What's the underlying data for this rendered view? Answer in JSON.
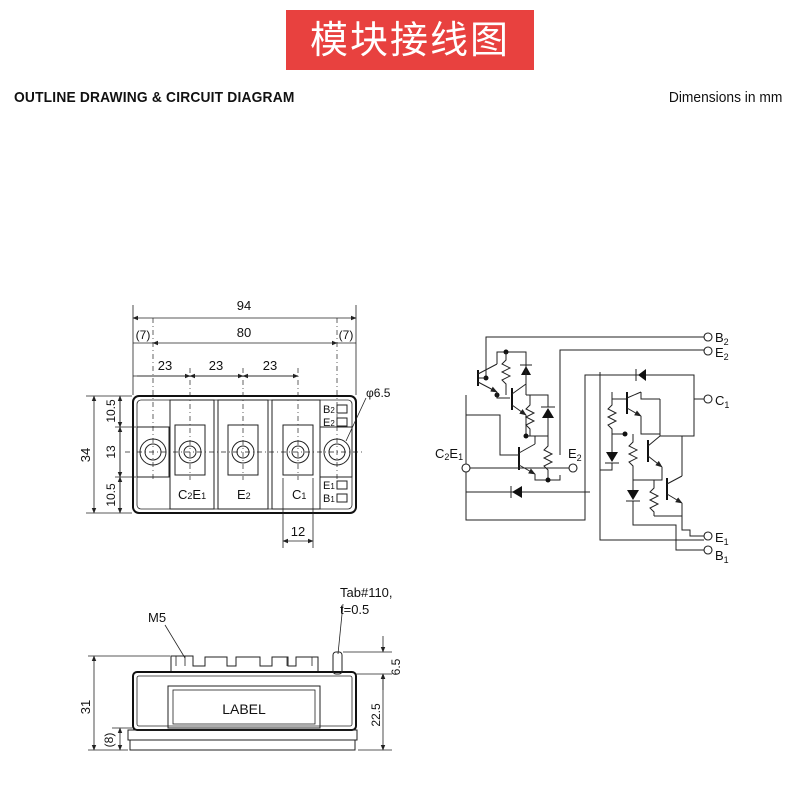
{
  "banner": {
    "text": "模块接线图",
    "color": "#e8413f"
  },
  "header": {
    "title": "OUTLINE DRAWING & CIRCUIT DIAGRAM",
    "units": "Dimensions in mm"
  },
  "outline_top": {
    "dims": {
      "overall_width": "94",
      "inner_width": "80",
      "left_offset": "(7)",
      "right_offset": "(7)",
      "spacing_1": "23",
      "spacing_2": "23",
      "spacing_3": "23",
      "height": "34",
      "h_top": "10.5",
      "h_mid": "13",
      "h_bottom": "10.5",
      "hole_dia": "φ6.5",
      "terminal_width": "12"
    },
    "terminals": {
      "c2e1": {
        "main": "C",
        "sub1": "2",
        "main2": "E",
        "sub2": "1"
      },
      "e2": {
        "main": "E",
        "sub": "2"
      },
      "c1": {
        "main": "C",
        "sub": "1"
      },
      "b2": {
        "main": "B",
        "sub": "2"
      },
      "e2_small": {
        "main": "E",
        "sub": "2"
      },
      "e1_small": {
        "main": "E",
        "sub": "1"
      },
      "b1_small": {
        "main": "B",
        "sub": "1"
      }
    }
  },
  "outline_side": {
    "screw": "M5",
    "tab_line1": "Tab#110,",
    "tab_line2": "t=0.5",
    "label": "LABEL",
    "dims": {
      "height": "31",
      "base": "(8)",
      "body": "22.5",
      "tab_h": "6.5"
    }
  },
  "circuit": {
    "labels": {
      "b2": {
        "main": "B",
        "sub": "2"
      },
      "e2_top": {
        "main": "E",
        "sub": "2"
      },
      "c1": {
        "main": "C",
        "sub": "1"
      },
      "c2e1": {
        "main": "C",
        "sub1": "2",
        "main2": "E",
        "sub2": "1"
      },
      "e2_mid": {
        "main": "E",
        "sub": "2"
      },
      "e1": {
        "main": "E",
        "sub": "1"
      },
      "b1": {
        "main": "B",
        "sub": "1"
      }
    }
  }
}
